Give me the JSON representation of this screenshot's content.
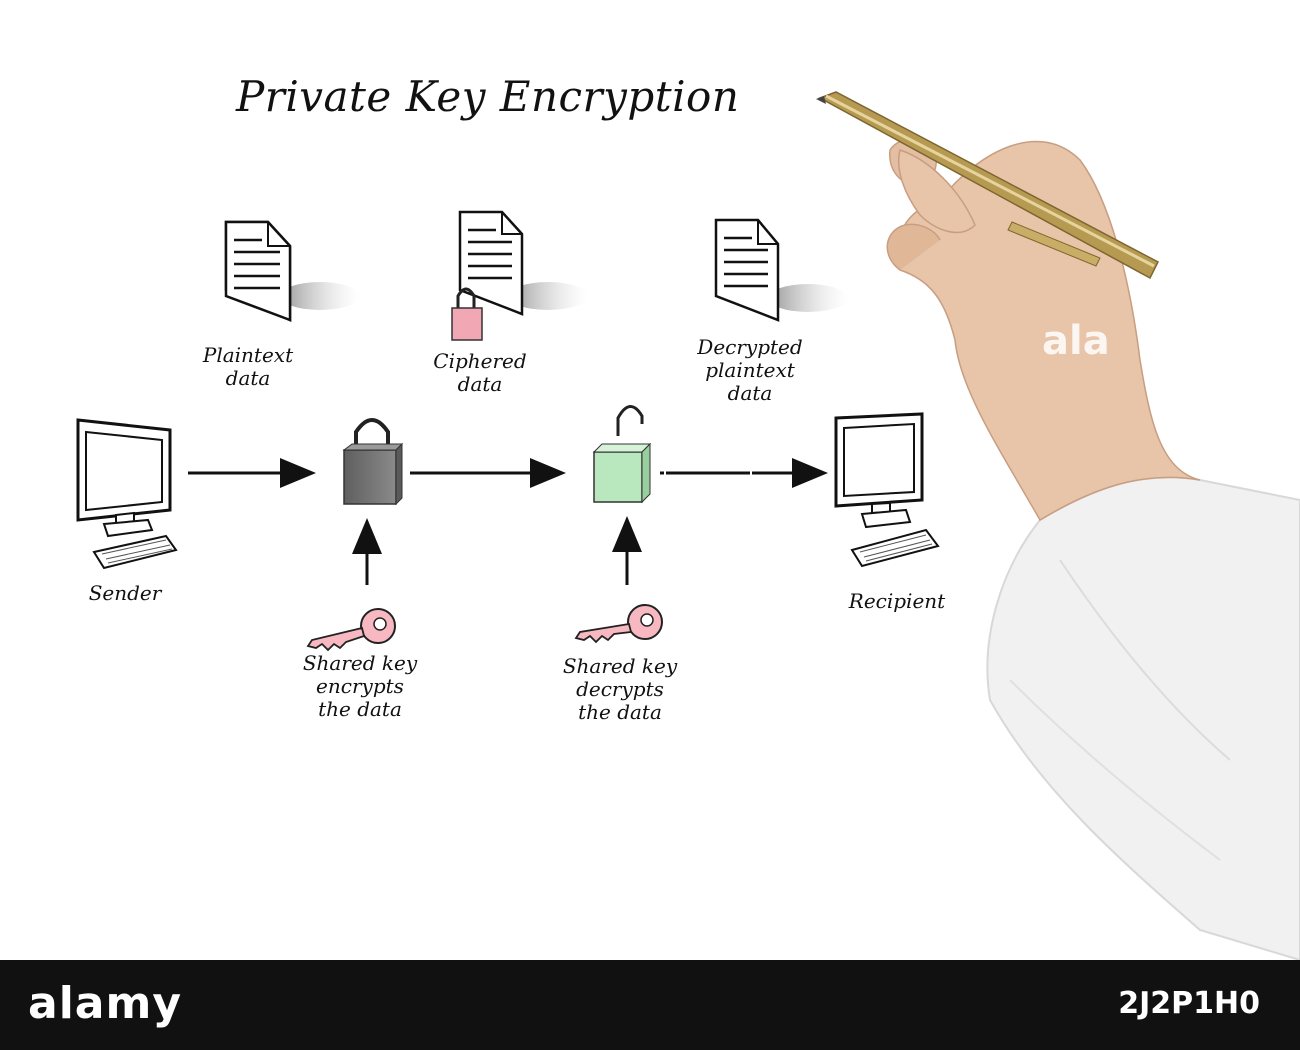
{
  "title": "Private Key Encryption",
  "labels": {
    "plaintext": "Plaintext\ndata",
    "ciphered": "Ciphered\ndata",
    "decrypted": "Decrypted\nplaintext\ndata",
    "sender": "Sender",
    "recipient": "Recipient",
    "shared_key_encrypts": "Shared key\nencrypts\nthe data",
    "shared_key_decrypts": "Shared key\ndecrypts\nthe data"
  },
  "watermark": "ala",
  "footer": {
    "brand": "alamy",
    "image_id": "2J2P1H0"
  },
  "colors": {
    "lock_closed": "#777777",
    "lock_open": "#b9e8bf",
    "lock_cipher": "#f2a7b5",
    "key": "#f7b8c2",
    "pen": "#b79a52",
    "sleeve": "#f1f1f1",
    "skin": "#e8c4a8"
  },
  "icons": [
    "document-icon",
    "padlock-icon",
    "key-icon",
    "computer-icon",
    "pen-icon"
  ]
}
